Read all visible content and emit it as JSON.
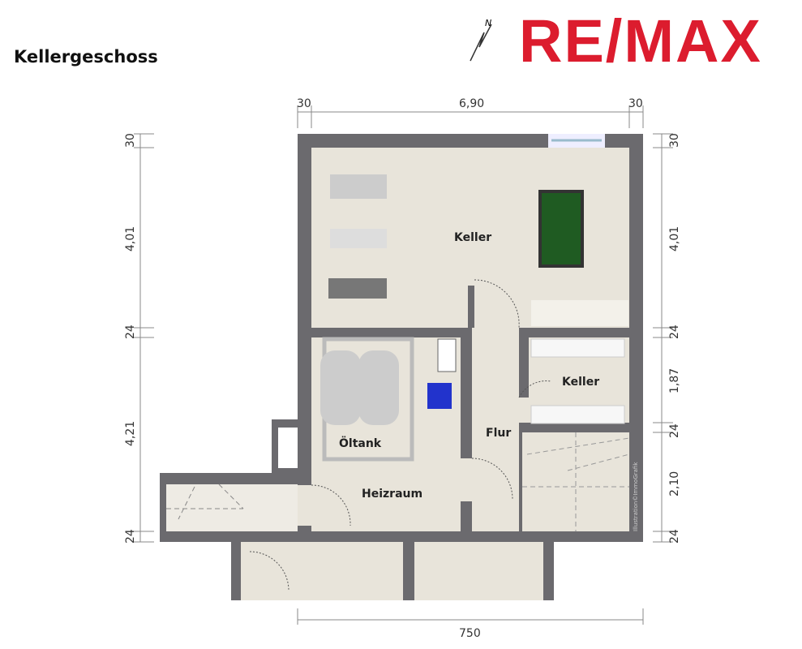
{
  "title": "Kellergeschoss",
  "logo": "RE/MAX",
  "compass": "N",
  "colors": {
    "wall": "#6b6a6e",
    "floor": "#e8e4da",
    "brand": "#dc1c2e"
  },
  "rooms": {
    "keller_main": "Keller",
    "keller_small": "Keller",
    "oeltank": "Öltank",
    "heizraum": "Heizraum",
    "flur": "Flur"
  },
  "dimensions": {
    "top": [
      "30",
      "6,90",
      "30"
    ],
    "bottom": "750",
    "left": [
      "30",
      "4,01",
      "24",
      "4,21",
      "24"
    ],
    "right": [
      "30",
      "4,01",
      "24",
      "1,87",
      "24",
      "2,10",
      "24"
    ]
  },
  "watermark": "Illustration©ImmoGrafik"
}
